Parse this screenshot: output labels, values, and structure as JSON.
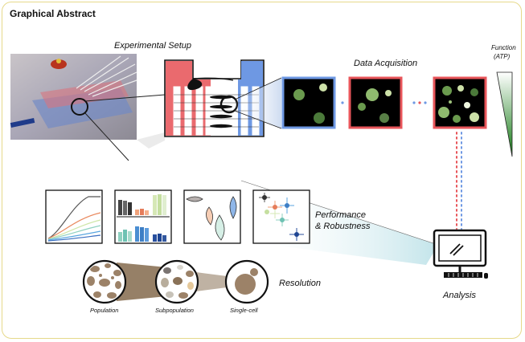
{
  "title": "Graphical Abstract",
  "labels": {
    "experimental_setup": "Experimental Setup",
    "data_acquisition": "Data Acquisition",
    "function_line1": "Function",
    "function_line2": "(ATP)",
    "performance_line1": "Performance",
    "performance_line2": "& Robustness",
    "resolution": "Resolution",
    "analysis": "Analysis",
    "population": "Population",
    "subpopulation": "Subpopulation",
    "single_cell": "Single-cell"
  },
  "colors": {
    "frame": "#e6d98a",
    "red": "#e8555a",
    "blue": "#5b8ee0",
    "green_dark": "#1b6b1b",
    "cell_tan": "#9c8268"
  }
}
